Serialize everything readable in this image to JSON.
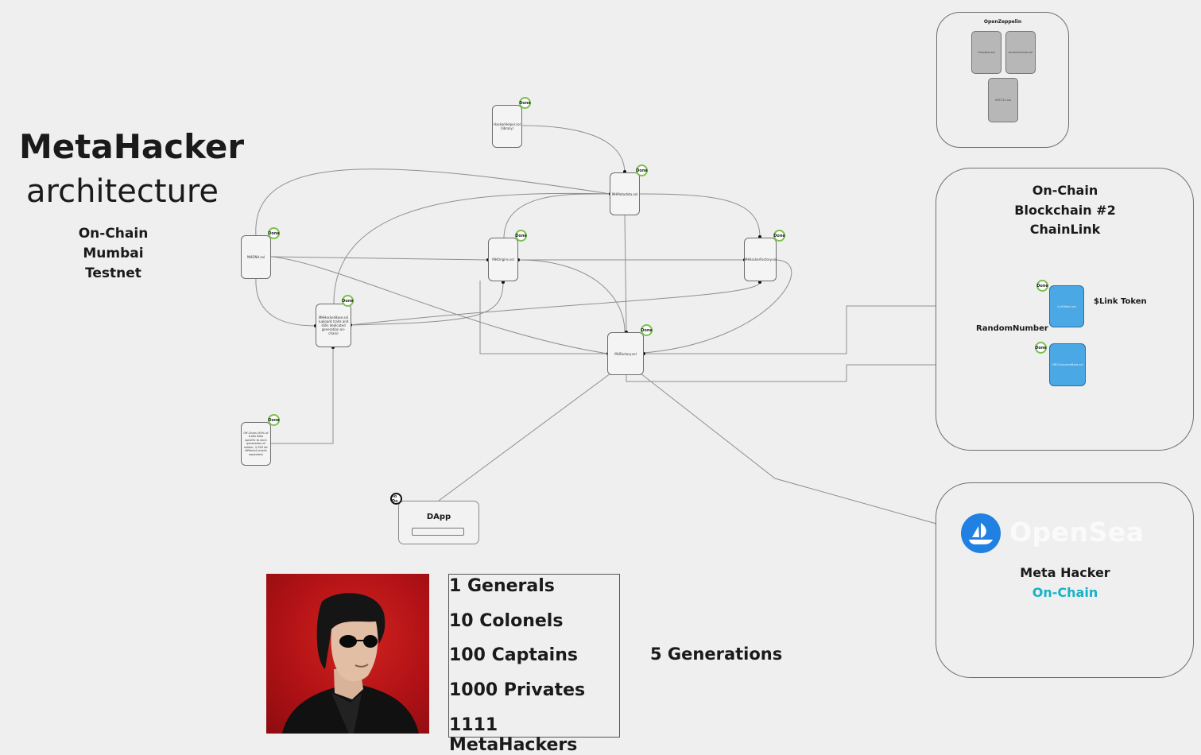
{
  "header": {
    "title": "MetaHacker",
    "subtitle": "architecture",
    "network": [
      "On-Chain",
      "Mumbai",
      "Testnet"
    ]
  },
  "contracts": {
    "hacker_helper": "HackerHelper.sol (library)",
    "dna": "MHDNA.sol",
    "metadata": "MHMetadata.sol",
    "origins": "MHOrigins.sol",
    "hacker_factory": "MHHackerFactory.sol",
    "hacker_base": "MHHackerBase.sol (uploads traits and stills dedicated generation on-chain)",
    "factory": "MHFactory.sol",
    "offchain": "Off-Chain (90% of traits data specific to each generation of soldier, 5,550 for different scripts expected)"
  },
  "status": {
    "done": "Done",
    "todo": "To Do"
  },
  "dapp": {
    "title": "DApp"
  },
  "openzeppelin": {
    "title": "OpenZeppelin",
    "items": [
      "Ownable.sol",
      "AccessControl.sol",
      "ERC721.sol"
    ]
  },
  "blockchain2": {
    "lines": [
      "On-Chain",
      "Blockchain #2",
      "ChainLink"
    ],
    "link_token_label": "$Link Token",
    "random_label": "RandomNumber",
    "link_token_contract": "LinkToken.sol",
    "vrf_contract": "VRFConsumerBase.sol"
  },
  "opensea": {
    "brand": "OpenSea",
    "line1": "Meta Hacker",
    "line2": "On-Chain"
  },
  "ranks": [
    "1 Generals",
    "10 Colonels",
    "100 Captains",
    "1000 Privates",
    "1111 MetaHackers"
  ],
  "generations": "5 Generations",
  "colors": {
    "done_ring": "#77c24a",
    "contract_blue": "#4aa8e4",
    "opensea_blue": "#2081e2",
    "onchain_cyan": "#14b3c7",
    "avatar_bg": "#b11216"
  },
  "icons": {
    "opensea": "sailboat-icon",
    "avatar": "hacker-portrait"
  }
}
